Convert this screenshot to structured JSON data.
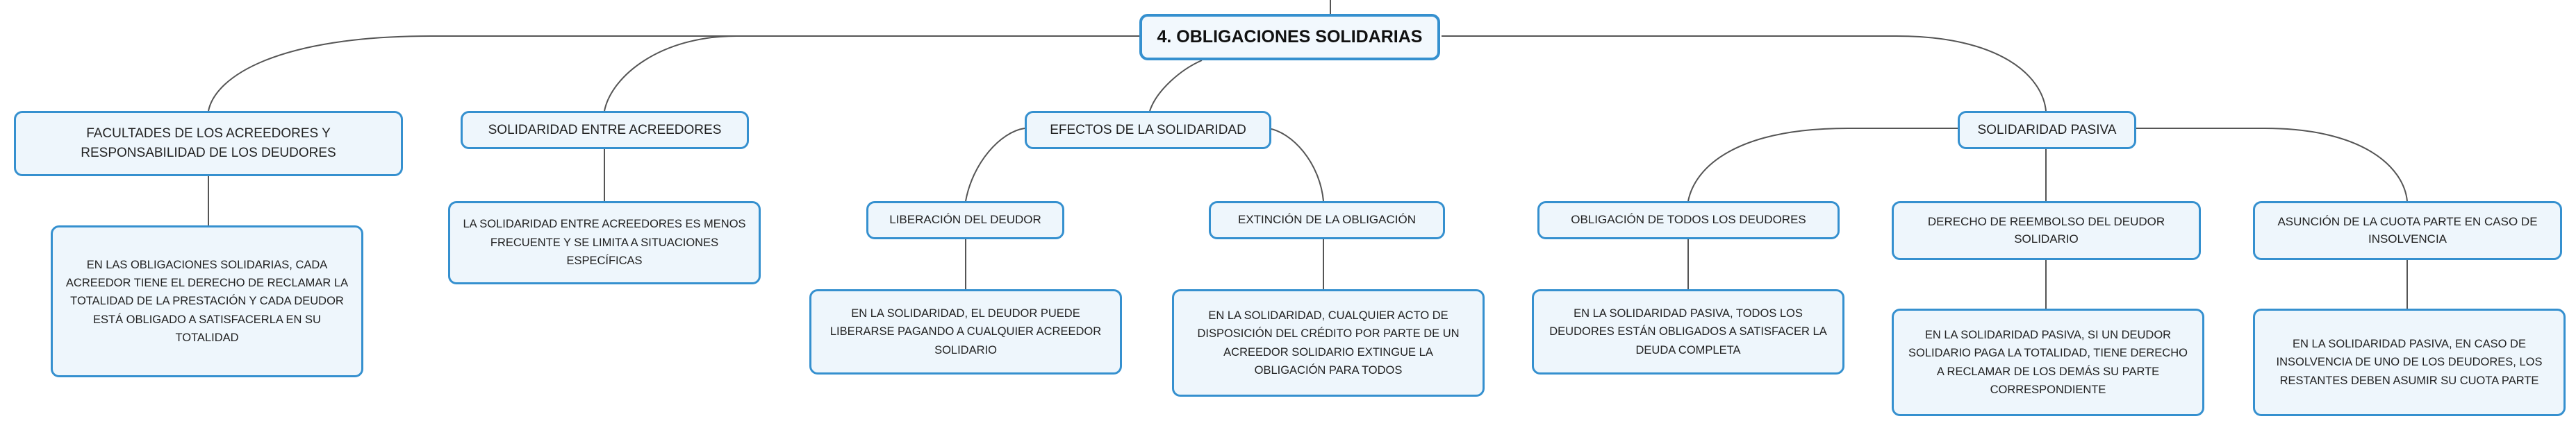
{
  "root": "4. OBLIGACIONES SOLIDARIAS",
  "branches": {
    "facultades": "FACULTADES DE LOS ACREEDORES Y RESPONSABILIDAD DE LOS DEUDORES",
    "solidaridad_acreedores": "SOLIDARIDAD ENTRE ACREEDORES",
    "efectos": "EFECTOS DE LA SOLIDARIDAD",
    "pasiva": "SOLIDARIDAD PASIVA"
  },
  "subtopics": {
    "liberacion": "LIBERACIÓN DEL DEUDOR",
    "extincion": "EXTINCIÓN DE LA OBLIGACIÓN",
    "obligacion_todos": "OBLIGACIÓN DE TODOS LOS DEUDORES",
    "reembolso": "DERECHO DE REEMBOLSO DEL DEUDOR SOLIDARIO",
    "asuncion": "ASUNCIÓN DE LA CUOTA PARTE EN CASO DE INSOLVENCIA"
  },
  "details": {
    "facultades": "EN LAS OBLIGACIONES SOLIDARIAS, CADA ACREEDOR TIENE EL DERECHO DE RECLAMAR LA TOTALIDAD DE LA PRESTACIÓN Y CADA DEUDOR ESTÁ OBLIGADO A SATISFACERLA EN SU TOTALIDAD",
    "solidaridad_acreedores": "LA SOLIDARIDAD ENTRE ACREEDORES ES MENOS FRECUENTE Y SE LIMITA A SITUACIONES ESPECÍFICAS",
    "liberacion": "EN LA SOLIDARIDAD, EL DEUDOR PUEDE LIBERARSE PAGANDO A CUALQUIER ACREEDOR SOLIDARIO",
    "extincion": "EN LA SOLIDARIDAD, CUALQUIER ACTO DE DISPOSICIÓN DEL CRÉDITO POR PARTE DE UN ACREEDOR SOLIDARIO EXTINGUE LA OBLIGACIÓN PARA TODOS",
    "obligacion_todos": "EN LA SOLIDARIDAD PASIVA, TODOS LOS DEUDORES ESTÁN OBLIGADOS A SATISFACER LA DEUDA COMPLETA",
    "reembolso": "EN LA SOLIDARIDAD PASIVA, SI UN DEUDOR SOLIDARIO PAGA LA TOTALIDAD, TIENE DERECHO A RECLAMAR DE LOS DEMÁS SU PARTE CORRESPONDIENTE",
    "asuncion": "EN LA SOLIDARIDAD PASIVA, EN CASO DE INSOLVENCIA DE UNO DE LOS DEUDORES, LOS RESTANTES DEBEN ASUMIR SU CUOTA PARTE"
  },
  "colors": {
    "border": "#3590cf",
    "fill": "#eef6fc",
    "line": "#555555"
  }
}
